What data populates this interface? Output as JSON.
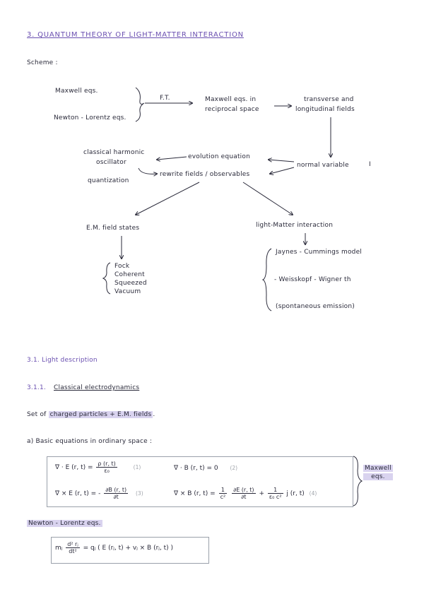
{
  "title": "3. QUANTUM THEORY OF LIGHT-MATTER INTERACTION",
  "scheme_label": "Scheme :",
  "diagram": {
    "maxwell_eqs": "Maxwell eqs.",
    "newton_lorentz_eqs": "Newton - Lorentz eqs.",
    "ft": "F.T.",
    "maxwell_recip_1": "Maxwell eqs. in",
    "maxwell_recip_2": "reciprocal space",
    "transverse_1": "transverse and",
    "transverse_2": "longitudinal fields",
    "classical_osc_1": "classical harmonic",
    "classical_osc_2": "oscillator",
    "evolution_eq": "evolution equation",
    "normal_var": "normal variable",
    "rewrite": "rewrite fields / observables",
    "quantization": "quantization",
    "em_states": "E.M. field states",
    "light_matter": "light-Matter interaction",
    "states_list": [
      "Fock",
      "Coherent",
      "Squeezed",
      "Vacuum"
    ],
    "jc_model": "Jaynes - Cummings model",
    "ww_th": "- Weisskopf - Wigner th",
    "spont": "(spontaneous emission)",
    "bracket_mark": "I"
  },
  "section_3_1": "3.1. Light description",
  "section_3_1_1_num": "3.1.1.",
  "section_3_1_1": "Classical electrodynamics",
  "set_of": "Set of",
  "charged": "charged particles + E.M. fields",
  "set_end": ".",
  "part_a": "a) Basic equations in ordinary space :",
  "maxwell_label_1": "Maxwell",
  "maxwell_label_2": "eqs.",
  "eq1": {
    "lhs": "∇ · E (r, t) =",
    "num": "ρ (r, t)",
    "den": "ε₀",
    "n": "(1)"
  },
  "eq2": {
    "text": "∇ · B (r, t) = 0",
    "n": "(2)"
  },
  "eq3": {
    "lhs": "∇ × E (r, t) = -",
    "num": "∂B (r, t)",
    "den": "∂t",
    "n": "(3)"
  },
  "eq4": {
    "lhs": "∇ × B (r, t) =",
    "f1n": "1",
    "f1d": "c²",
    "f2n": "∂E (r, t)",
    "f2d": "∂t",
    "plus": "+",
    "f3n": "1",
    "f3d": "ε₀ c²",
    "tail": "j (r, t)",
    "n": "(4)"
  },
  "newton_label": "Newton - Lorentz eqs.",
  "eq5": {
    "lhs": "mⱼ",
    "num": "d² rⱼ",
    "den": "dt²",
    "rhs": "= qⱼ ( E (rⱼ, t) + vⱼ × B (rⱼ, t) )"
  }
}
